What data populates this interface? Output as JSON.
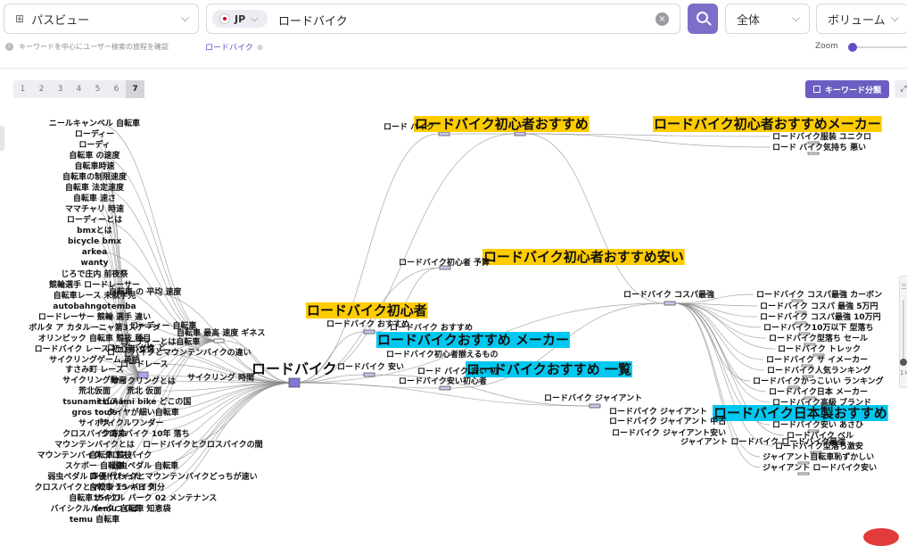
{
  "topbar": {
    "view_select": "パスビュー",
    "country": "JP",
    "keyword": "ロードバイク",
    "clear_icon": "×",
    "scope_select": "全体",
    "sort_select": "ボリューム",
    "hint": "キーワードを中心にユーザー検索の旅程を確認",
    "tag": "ロードバイク",
    "tag_close": "⊗",
    "zoom_label": "Zoom",
    "icons": {
      "view": "path-view-icon",
      "search": "search-icon",
      "info": "info-icon"
    }
  },
  "toolbar": {
    "levels": [
      "1",
      "2",
      "3",
      "4",
      "5",
      "6",
      "7"
    ],
    "active_level": "7",
    "cluster_label": "キーワード分類",
    "expand_icon": "expand-icon"
  },
  "right_panel": {
    "top": "三",
    "bottom": "1×"
  },
  "colors": {
    "accent": "#7c6fc9",
    "yellow": "#ffcc00",
    "cyan": "#00c8f0",
    "edge": "#8a8a8a"
  },
  "graph": {
    "center_label": "ロードバイク",
    "highlights": [
      "ロードバイク初心者おすすめ",
      "ロードバイク初心者おすすめメーカー",
      "ロードバイク初心者おすすめ安い",
      "ロードバイク初心者",
      "ロードバイクおすすめ メーカー",
      "ロードバイクおすすめ 一覧",
      "ロードバイク日本製おすすめ"
    ],
    "left_labels": [
      "ニールキャンベル 自転車",
      "ローディー",
      "ローディ",
      "自転車 の速度",
      "自転車時速",
      "自転車の制限速度",
      "自転車 法定速度",
      "自転車 速さ",
      "ママチャリ 時速",
      "ローディーとは",
      "bmxとは",
      "bicycle bmx",
      "arkea",
      "wanty",
      "じろで庄内 前夜祭",
      "競輪選手 ロードレーサー",
      "自転車レース 未就学児",
      "autobahngotemba",
      "ロードレーサー 競輪 選手 違い",
      "ボルタ ア カタル一ニャ第3ステージ",
      "オリンピック 自転車 競技 種目",
      "ロードバイク レース 初心者 女性",
      "サイクリングゲーム 英語",
      "すさみ町 レース",
      "サイクリング動画",
      "荒北仮面",
      "tsunami ビスト",
      "gros touis",
      "サイポス",
      "クロスバイク寿命",
      "マウンテンバイクとは",
      "マウンテンバイク クロスバイク",
      "スケボー 自転車",
      "弱虫ペダル 声優 代わった",
      "クロスバイクとマウンテンバイク",
      "自転車15キロ",
      "バイシクルパークつくば",
      "temu 自転車"
    ],
    "mid_left_labels": [
      "自転車 の 平均 速度",
      "ローディー 自転車",
      "ローディーとは自転車",
      "ロードバイク と",
      "自転車 最高 速度 ギネス",
      "ロードバイクとマウンテンバイクの違い",
      "ロードレース",
      "サイクリングとは",
      "荒北 仮面",
      "サイクリング 時間",
      "tsunami bike どこの国",
      "タイヤが細い自転車",
      "サイクルワンダー",
      "クロスバイク 10年 落ち",
      "ロードバイクとクロスバイクの間",
      "自転車 競技",
      "弱虫ペダル 自転車",
      "ロードバイクとマウンテンバイクどっちが速い",
      "自転車 15 キロ 何分",
      "サイクル パーク 02 メンテナンス",
      "temu 自転車 知恵袋"
    ],
    "center_labels": [
      "ロード バイク",
      "ロードバイク初心者 予算",
      "ロードバイク おすすめ",
      "ロードバイク おすすめ",
      "ロードバイク初心者揃えるもの",
      "ロードバイク 安い",
      "ロード バイク 安い 初",
      "ロードバイク安い初心者",
      "ロードバイク ジャイアント"
    ],
    "right_labels": [
      "ロードバイク服装 ユニクロ",
      "ロード バイク気持ち 悪い",
      "ロードバイク コスパ最強",
      "ロードバイク コスパ最強 カーボン",
      "ロードバイク コスパ 最強 5万円",
      "ロードバイク コスパ最強 10万円",
      "ロードバイク10万以下 型落ち",
      "ロードバイク型落ち セール",
      "ロードバイク トレック",
      "ロードバイク サ イメーカー",
      "ロードバイク人気ランキング",
      "ロードバイクかっこいい ランキング",
      "ロードバイク日本 メーカー",
      "ロードバイク高級 ブランド",
      "ロードバイク安い あさひ",
      "ロードバイク ベル",
      "ロードバイク型落ち激安",
      "ジャイアント自転車恥ずかしい",
      "ジャイアント ロードバイク安い",
      "ロードバイク ジャイアント",
      "ロードバイク ジャイアント 中古",
      "ロードバイク ジャイアント安い",
      "ジャイアント ロードバイク ロードバイク最強"
    ]
  }
}
